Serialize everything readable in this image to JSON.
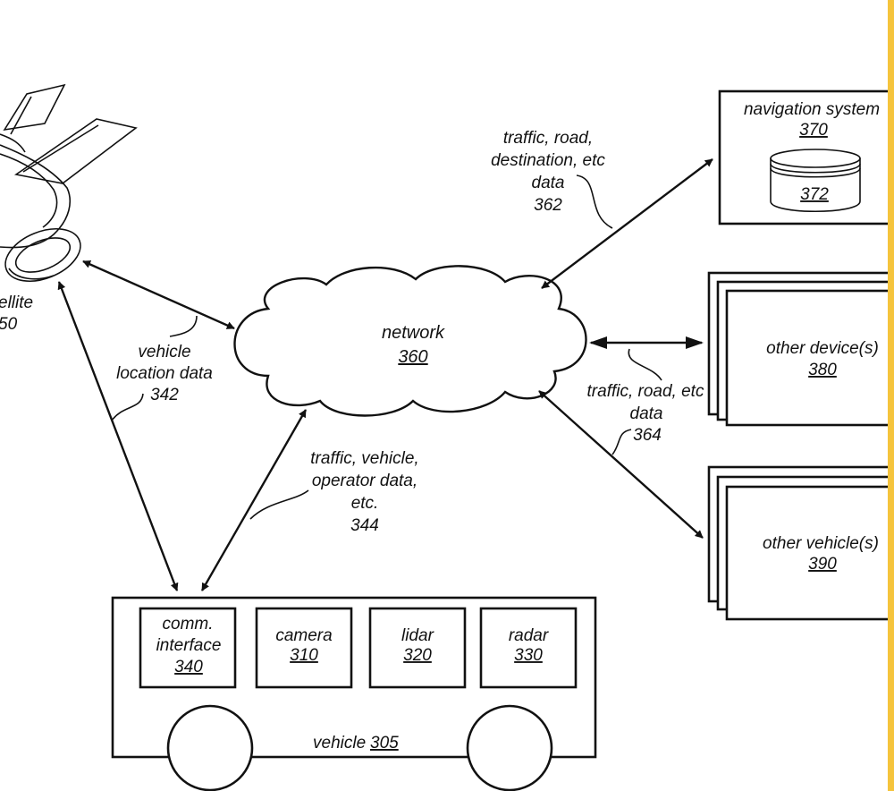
{
  "satellite": {
    "label": "ellite",
    "number": "50"
  },
  "network": {
    "label": "network",
    "number": "360"
  },
  "navigation_system": {
    "label": "navigation system",
    "number": "370",
    "db_number": "372"
  },
  "other_devices": {
    "label": "other device(s)",
    "number": "380"
  },
  "other_vehicles": {
    "label": "other vehicle(s)",
    "number": "390"
  },
  "vehicle": {
    "label": "vehicle",
    "number": "305",
    "components": [
      {
        "line1": "comm.",
        "line2": "interface",
        "number": "340"
      },
      {
        "line1": "camera",
        "number": "310"
      },
      {
        "line1": "lidar",
        "number": "320"
      },
      {
        "line1": "radar",
        "number": "330"
      }
    ]
  },
  "links": {
    "location": {
      "line1": "vehicle",
      "line2": "location data",
      "number": "342"
    },
    "operator": {
      "line1": "traffic, vehicle,",
      "line2": "operator data,",
      "line3": "etc.",
      "number": "344"
    },
    "nav": {
      "line1": "traffic, road,",
      "line2": "destination, etc",
      "line3": "data",
      "number": "362"
    },
    "device": {
      "line1": "traffic, road, etc",
      "line2": "data",
      "number": "364"
    }
  },
  "colors": {
    "line": "#111111",
    "background": "#ffffff",
    "edge_stripe": "#f5c43d"
  }
}
